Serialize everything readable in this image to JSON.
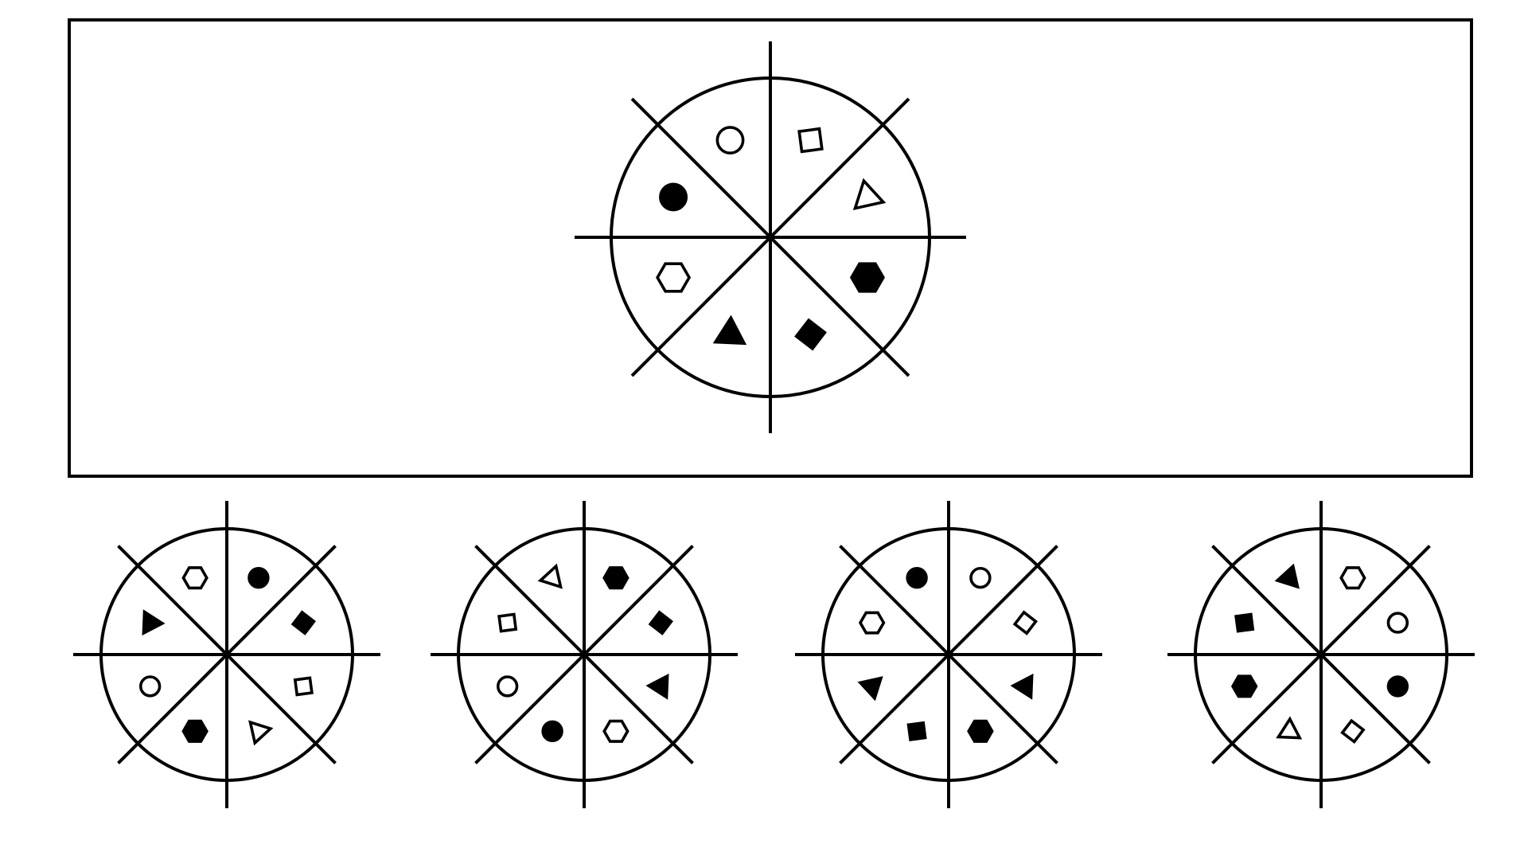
{
  "colors": {
    "background": "#ffffff",
    "stroke": "#000000"
  },
  "question": {
    "slots": [
      {
        "sector": "top-right",
        "shape": "diamond",
        "fill": "hollow"
      },
      {
        "sector": "right-top",
        "shape": "triangle",
        "fill": "hollow"
      },
      {
        "sector": "right-bottom",
        "shape": "hexagon",
        "fill": "solid"
      },
      {
        "sector": "bottom-right",
        "shape": "diamond",
        "fill": "solid"
      },
      {
        "sector": "bottom-left",
        "shape": "triangle",
        "fill": "solid"
      },
      {
        "sector": "left-bottom",
        "shape": "hexagon",
        "fill": "hollow"
      },
      {
        "sector": "left-top",
        "shape": "circle",
        "fill": "solid"
      },
      {
        "sector": "top-left",
        "shape": "circle",
        "fill": "hollow"
      }
    ]
  },
  "options": [
    {
      "slots": [
        {
          "sector": "top-right",
          "shape": "circle",
          "fill": "solid"
        },
        {
          "sector": "right-top",
          "shape": "diamond",
          "fill": "solid"
        },
        {
          "sector": "right-bottom",
          "shape": "diamond",
          "fill": "hollow"
        },
        {
          "sector": "bottom-right",
          "shape": "triangle",
          "fill": "hollow"
        },
        {
          "sector": "bottom-left",
          "shape": "hexagon",
          "fill": "solid"
        },
        {
          "sector": "left-bottom",
          "shape": "circle",
          "fill": "hollow"
        },
        {
          "sector": "left-top",
          "shape": "triangle",
          "fill": "solid"
        },
        {
          "sector": "top-left",
          "shape": "hexagon",
          "fill": "hollow"
        }
      ]
    },
    {
      "slots": [
        {
          "sector": "top-right",
          "shape": "hexagon",
          "fill": "solid"
        },
        {
          "sector": "right-top",
          "shape": "diamond",
          "fill": "solid"
        },
        {
          "sector": "right-bottom",
          "shape": "triangle",
          "fill": "solid"
        },
        {
          "sector": "bottom-right",
          "shape": "hexagon",
          "fill": "hollow"
        },
        {
          "sector": "bottom-left",
          "shape": "circle",
          "fill": "solid"
        },
        {
          "sector": "left-bottom",
          "shape": "circle",
          "fill": "hollow"
        },
        {
          "sector": "left-top",
          "shape": "diamond",
          "fill": "hollow"
        },
        {
          "sector": "top-left",
          "shape": "triangle",
          "fill": "hollow"
        }
      ]
    },
    {
      "slots": [
        {
          "sector": "top-right",
          "shape": "circle",
          "fill": "hollow"
        },
        {
          "sector": "right-top",
          "shape": "diamond",
          "fill": "hollow"
        },
        {
          "sector": "right-bottom",
          "shape": "triangle",
          "fill": "solid"
        },
        {
          "sector": "bottom-right",
          "shape": "hexagon",
          "fill": "solid"
        },
        {
          "sector": "bottom-left",
          "shape": "diamond",
          "fill": "solid"
        },
        {
          "sector": "left-bottom",
          "shape": "triangle",
          "fill": "solid"
        },
        {
          "sector": "left-top",
          "shape": "hexagon",
          "fill": "hollow"
        },
        {
          "sector": "top-left",
          "shape": "circle",
          "fill": "solid"
        }
      ]
    },
    {
      "slots": [
        {
          "sector": "top-right",
          "shape": "hexagon",
          "fill": "hollow"
        },
        {
          "sector": "right-top",
          "shape": "circle",
          "fill": "hollow"
        },
        {
          "sector": "right-bottom",
          "shape": "circle",
          "fill": "solid"
        },
        {
          "sector": "bottom-right",
          "shape": "diamond",
          "fill": "hollow"
        },
        {
          "sector": "bottom-left",
          "shape": "triangle",
          "fill": "hollow"
        },
        {
          "sector": "left-bottom",
          "shape": "hexagon",
          "fill": "solid"
        },
        {
          "sector": "left-top",
          "shape": "diamond",
          "fill": "solid"
        },
        {
          "sector": "top-left",
          "shape": "triangle",
          "fill": "solid"
        }
      ]
    }
  ]
}
